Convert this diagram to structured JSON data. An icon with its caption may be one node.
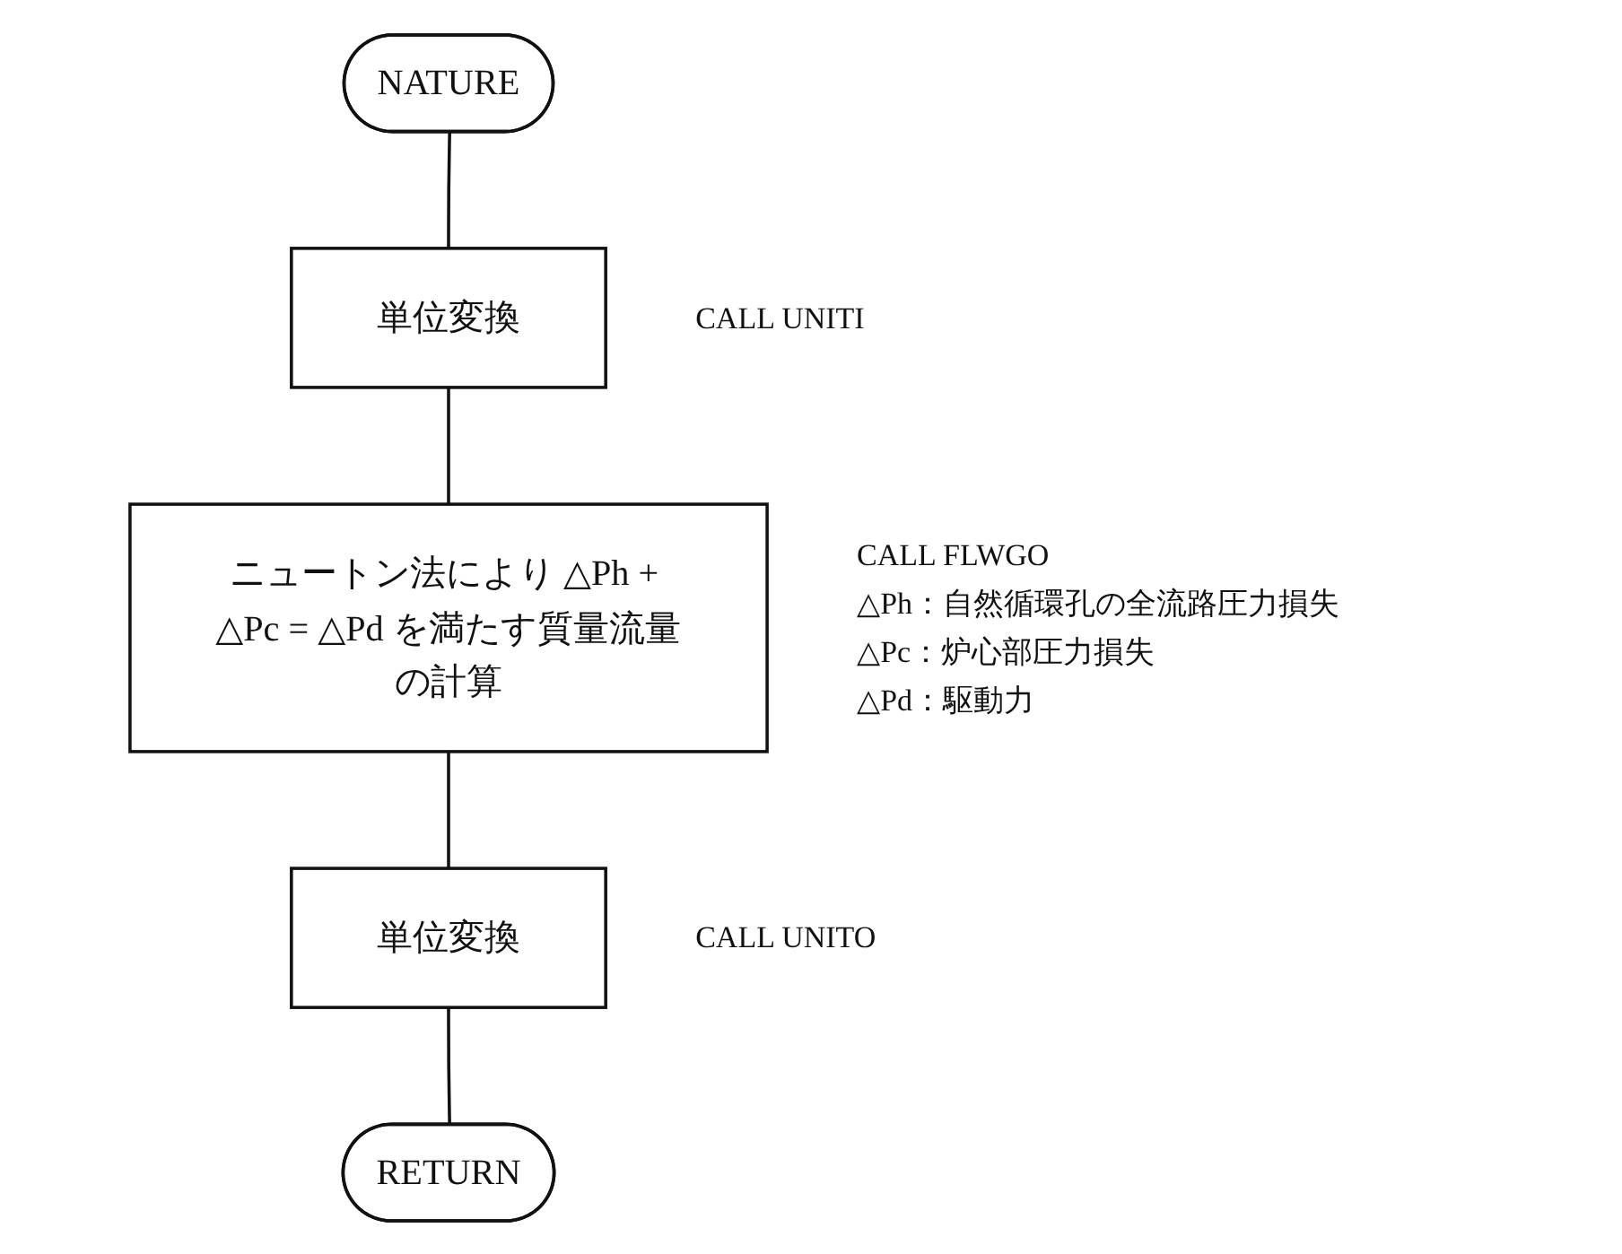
{
  "diagram": {
    "nodes": [
      {
        "text": [
          "NATURE"
        ]
      },
      {
        "text": [
          "単位変換"
        ],
        "beside": [
          "CALL UNITI"
        ]
      },
      {
        "text": [
          "ニュートン法により △Ph + △Pc = △Pd を満たす質量流量の計算"
        ],
        "beside": [
          "CALL FLWGO",
          "△Ph：自然循環孔の全流路圧力損失",
          "△Pc：炉心部圧力損失",
          "△Pd：駆動力"
        ]
      },
      {
        "text": [
          "単位変換"
        ],
        "beside": [
          "CALL UNITO"
        ]
      },
      {
        "text": [
          "RETURN"
        ]
      }
    ],
    "edges": [
      {
        "from": 0,
        "to": 1,
        "arrow": "none"
      },
      {
        "from": 1,
        "to": 2,
        "arrow": "none"
      },
      {
        "from": 2,
        "to": 3,
        "arrow": "none"
      },
      {
        "from": 3,
        "to": 4,
        "arrow": "none"
      }
    ]
  }
}
